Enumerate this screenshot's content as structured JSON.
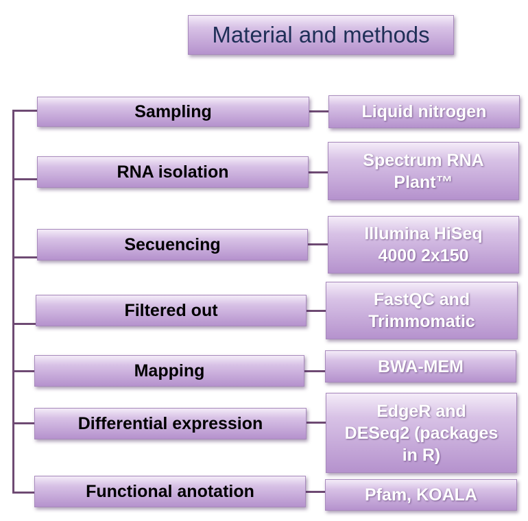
{
  "title": "Material and methods",
  "steps": [
    {
      "label": "Sampling",
      "method": "Liquid nitrogen"
    },
    {
      "label": "RNA isolation",
      "method": "Spectrum RNA\nPlant™"
    },
    {
      "label": "Secuencing",
      "method": "Illumina HiSeq\n4000 2x150"
    },
    {
      "label": "Filtered out",
      "method": "FastQC and\nTrimmomatic"
    },
    {
      "label": "Mapping",
      "method": "BWA-MEM"
    },
    {
      "label": "Differential expression",
      "method": "EdgeR and\nDESeq2 (packages\nin R)"
    },
    {
      "label": "Functional anotation",
      "method": "Pfam, KOALA"
    }
  ]
}
